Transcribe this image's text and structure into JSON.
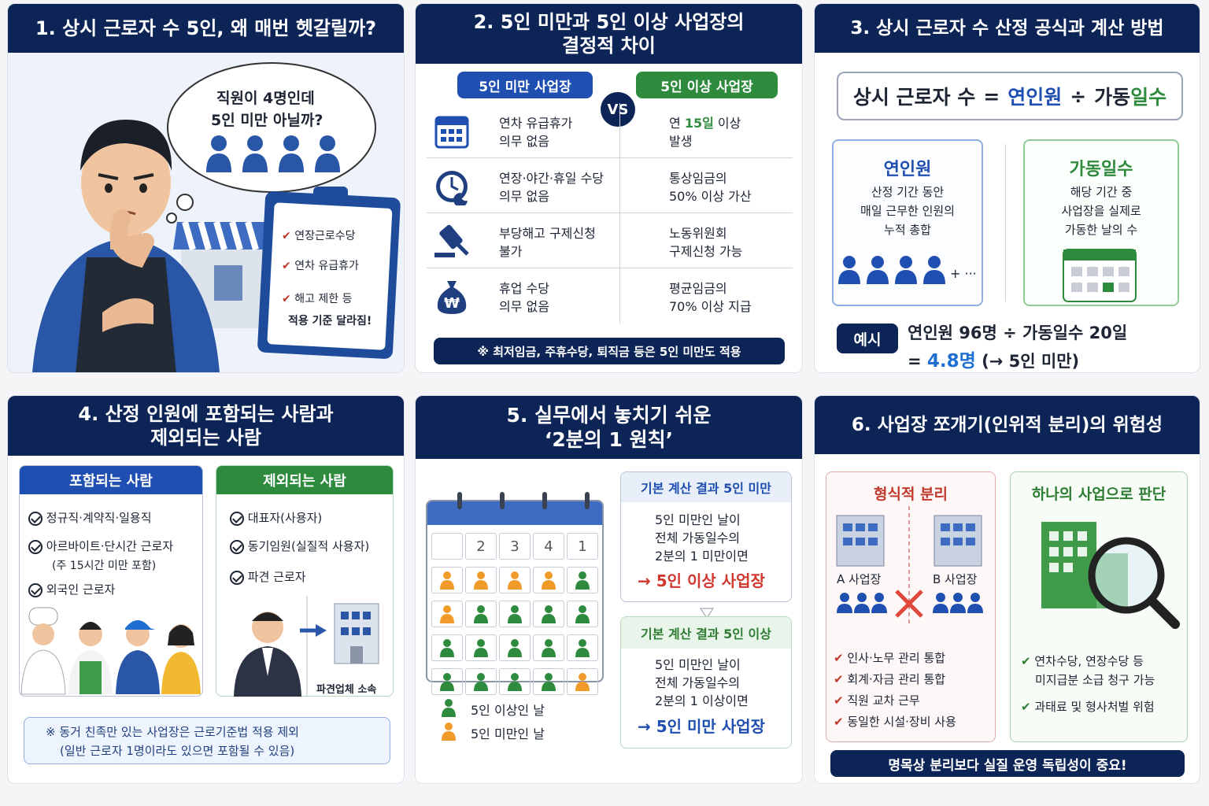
{
  "p1": {
    "title": "1. 상시 근로자 수 5인, 왜 매번 헷갈릴까?",
    "bubble1": "직원이 4명인데",
    "bubble2": "5인 미만 아닐까?",
    "clip": [
      "연장근로수당",
      "연차 유급휴가",
      "해고 제한 등"
    ],
    "clip4": "적용 기준 달라짐!"
  },
  "p2": {
    "title1": "2. 5인 미만과 5인 이상 사업장의",
    "title2": "결정적 차이",
    "left_tag": "5인 미만 사업장",
    "right_tag": "5인 이상 사업장",
    "vs": "VS",
    "rows": [
      {
        "icon": "calendar-icon",
        "l1": "연차 유급휴가",
        "l2": "의무 없음",
        "r1a": "연 ",
        "r1b": "15일",
        "r1c": " 이상",
        "r2": "발생"
      },
      {
        "icon": "moon-clock-icon",
        "l1": "연장·야간·휴일 수당",
        "l2": "의무 없음",
        "r1a": "통상임금의",
        "r1b": "",
        "r1c": "",
        "r2": "50% 이상 가산"
      },
      {
        "icon": "gavel-icon",
        "l1": "부당해고 구제신청",
        "l2": "불가",
        "r1a": "노동위원회",
        "r1b": "",
        "r1c": "",
        "r2": "구제신청 가능"
      },
      {
        "icon": "money-bag-icon",
        "l1": "휴업 수당",
        "l2": "의무 없음",
        "r1a": "평균임금의",
        "r1b": "",
        "r1c": "",
        "r2": "70% 이상 지급"
      }
    ],
    "note": "※ 최저임금, 주휴수당, 퇴직금 등은 5인 미만도 적용"
  },
  "p3": {
    "title": "3. 상시 근로자 수 산정 공식과 계산 방법",
    "f1": "상시 근로자 수",
    "eq": "=",
    "f2": "연인원",
    "div": "÷",
    "f3a": "가동",
    "f3b": "일수",
    "left_title": "연인원",
    "left_desc": [
      "산정 기간 동안",
      "매일 근무한 인원의",
      "누적 총합"
    ],
    "right_title": "가동일수",
    "right_desc": [
      "해당 기간 중",
      "사업장을 실제로",
      "가동한 날의 수"
    ],
    "ex_tag": "예시",
    "ex1": "연인원 96명 ÷ 가동일수 20일",
    "ex2a": "=",
    "ex2b": "4.8명",
    "ex2c": "(→ 5인 미만)"
  },
  "p4": {
    "title1": "4. 산정 인원에 포함되는 사람과",
    "title2": "제외되는 사람",
    "inc_title": "포함되는 사람",
    "exc_title": "제외되는 사람",
    "inc": [
      "정규직·계약직·일용직",
      "아르바이트·단시간 근로자",
      "외국인 근로자"
    ],
    "inc_sub": "(주 15시간 미만 포함)",
    "exc": [
      "대표자(사용자)",
      "동기임원(실질적 사용자)",
      "파견 근로자"
    ],
    "dispatch": "파견업체 소속",
    "note1": "※ 동거 친족만 있는 사업장은 근로기준법 적용 제외",
    "note2": "(일반 근로자 1명이라도 있으면 포함될 수 있음)"
  },
  "p5": {
    "title1": "5. 실무에서 놓치기 쉬운",
    "title2": "‘2분의 1 원칙’",
    "cal_head": [
      "",
      "2",
      "3",
      "4",
      "1"
    ],
    "grid": [
      [
        "o",
        "o",
        "o",
        "o",
        "g"
      ],
      [
        "o",
        "g",
        "g",
        "g",
        "g"
      ],
      [
        "g",
        "g",
        "g",
        "g",
        "g"
      ],
      [
        "g",
        "g",
        "g",
        "g",
        "o"
      ]
    ],
    "legend_g": "5인 이상인 날",
    "legend_o": "5인 미만인 날",
    "box1_head": "기본 계산 결과 5인 미만",
    "box1_lines": [
      "5인 미만인 날이",
      "전체 가동일수의",
      "2분의 1 미만이면"
    ],
    "box1_result": "→ 5인 이상 사업장",
    "box2_head": "기본 계산 결과 5인 이상",
    "box2_lines": [
      "5인 미만인 날이",
      "전체 가동일수의",
      "2분의 1 이상이면"
    ],
    "box2_result": "→ 5인 미만 사업장"
  },
  "p6": {
    "title": "6. 사업장 쪼개기(인위적 분리)의 위험성",
    "left_title": "형식적 분리",
    "right_title": "하나의 사업으로 판단",
    "a": "A 사업장",
    "b": "B 사업장",
    "left_items": [
      "인사·노무 관리 통합",
      "회계·자금 관리 통합",
      "직원 교차 근무",
      "동일한 시설·장비 사용"
    ],
    "right_items": [
      "연차수당, 연장수당 등",
      "미지급분 소급 청구 가능",
      "과태료 및 형사처벌 위험"
    ],
    "banner": "명목상 분리보다 실질 운영 독립성이 중요!"
  }
}
